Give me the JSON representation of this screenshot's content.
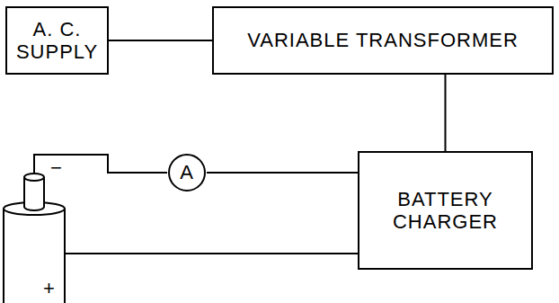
{
  "diagram": {
    "nodes": [
      {
        "text": [
          "A. C. SUPPLY"
        ]
      },
      {
        "text": [
          "VARIABLE TRANSFORMER"
        ]
      },
      {
        "text": [
          "BATTERY CHARGER"
        ]
      },
      {
        "text": [
          "A"
        ]
      }
    ],
    "edges": [
      {
        "from": 0,
        "to": 1,
        "arrow": "none"
      },
      {
        "from": 1,
        "to": 2,
        "arrow": "none"
      },
      {
        "from": 3,
        "to": 2,
        "arrow": "none"
      }
    ],
    "labels": [
      "−",
      "+"
    ]
  }
}
